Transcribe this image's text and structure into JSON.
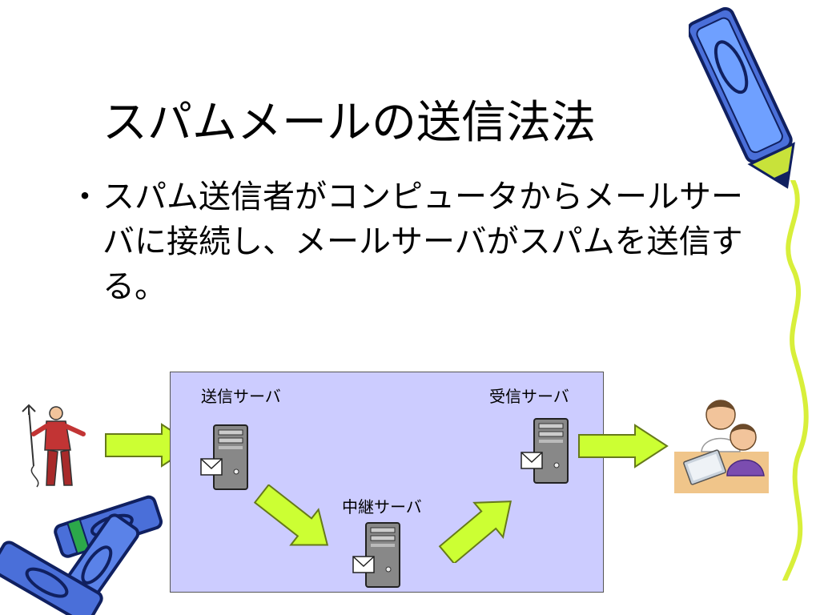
{
  "slide": {
    "title": "スパムメールの送信法法",
    "bullet_marker": "・",
    "bullet_text": "スパム送信者がコンピュータからメールサーバに接続し、メールサーバがスパムを送信する。"
  },
  "diagram": {
    "sending_server_label": "送信サーバ",
    "receiving_server_label": "受信サーバ",
    "relay_server_label": "中継サーバ",
    "panel_color": "#ccccff",
    "arrow_color": "#ccff33"
  },
  "icons": [
    "pen-icon",
    "crayons-icon",
    "spammer-figure",
    "users-at-computer-icon",
    "server-icon",
    "envelope-icon",
    "arrow-icon"
  ]
}
